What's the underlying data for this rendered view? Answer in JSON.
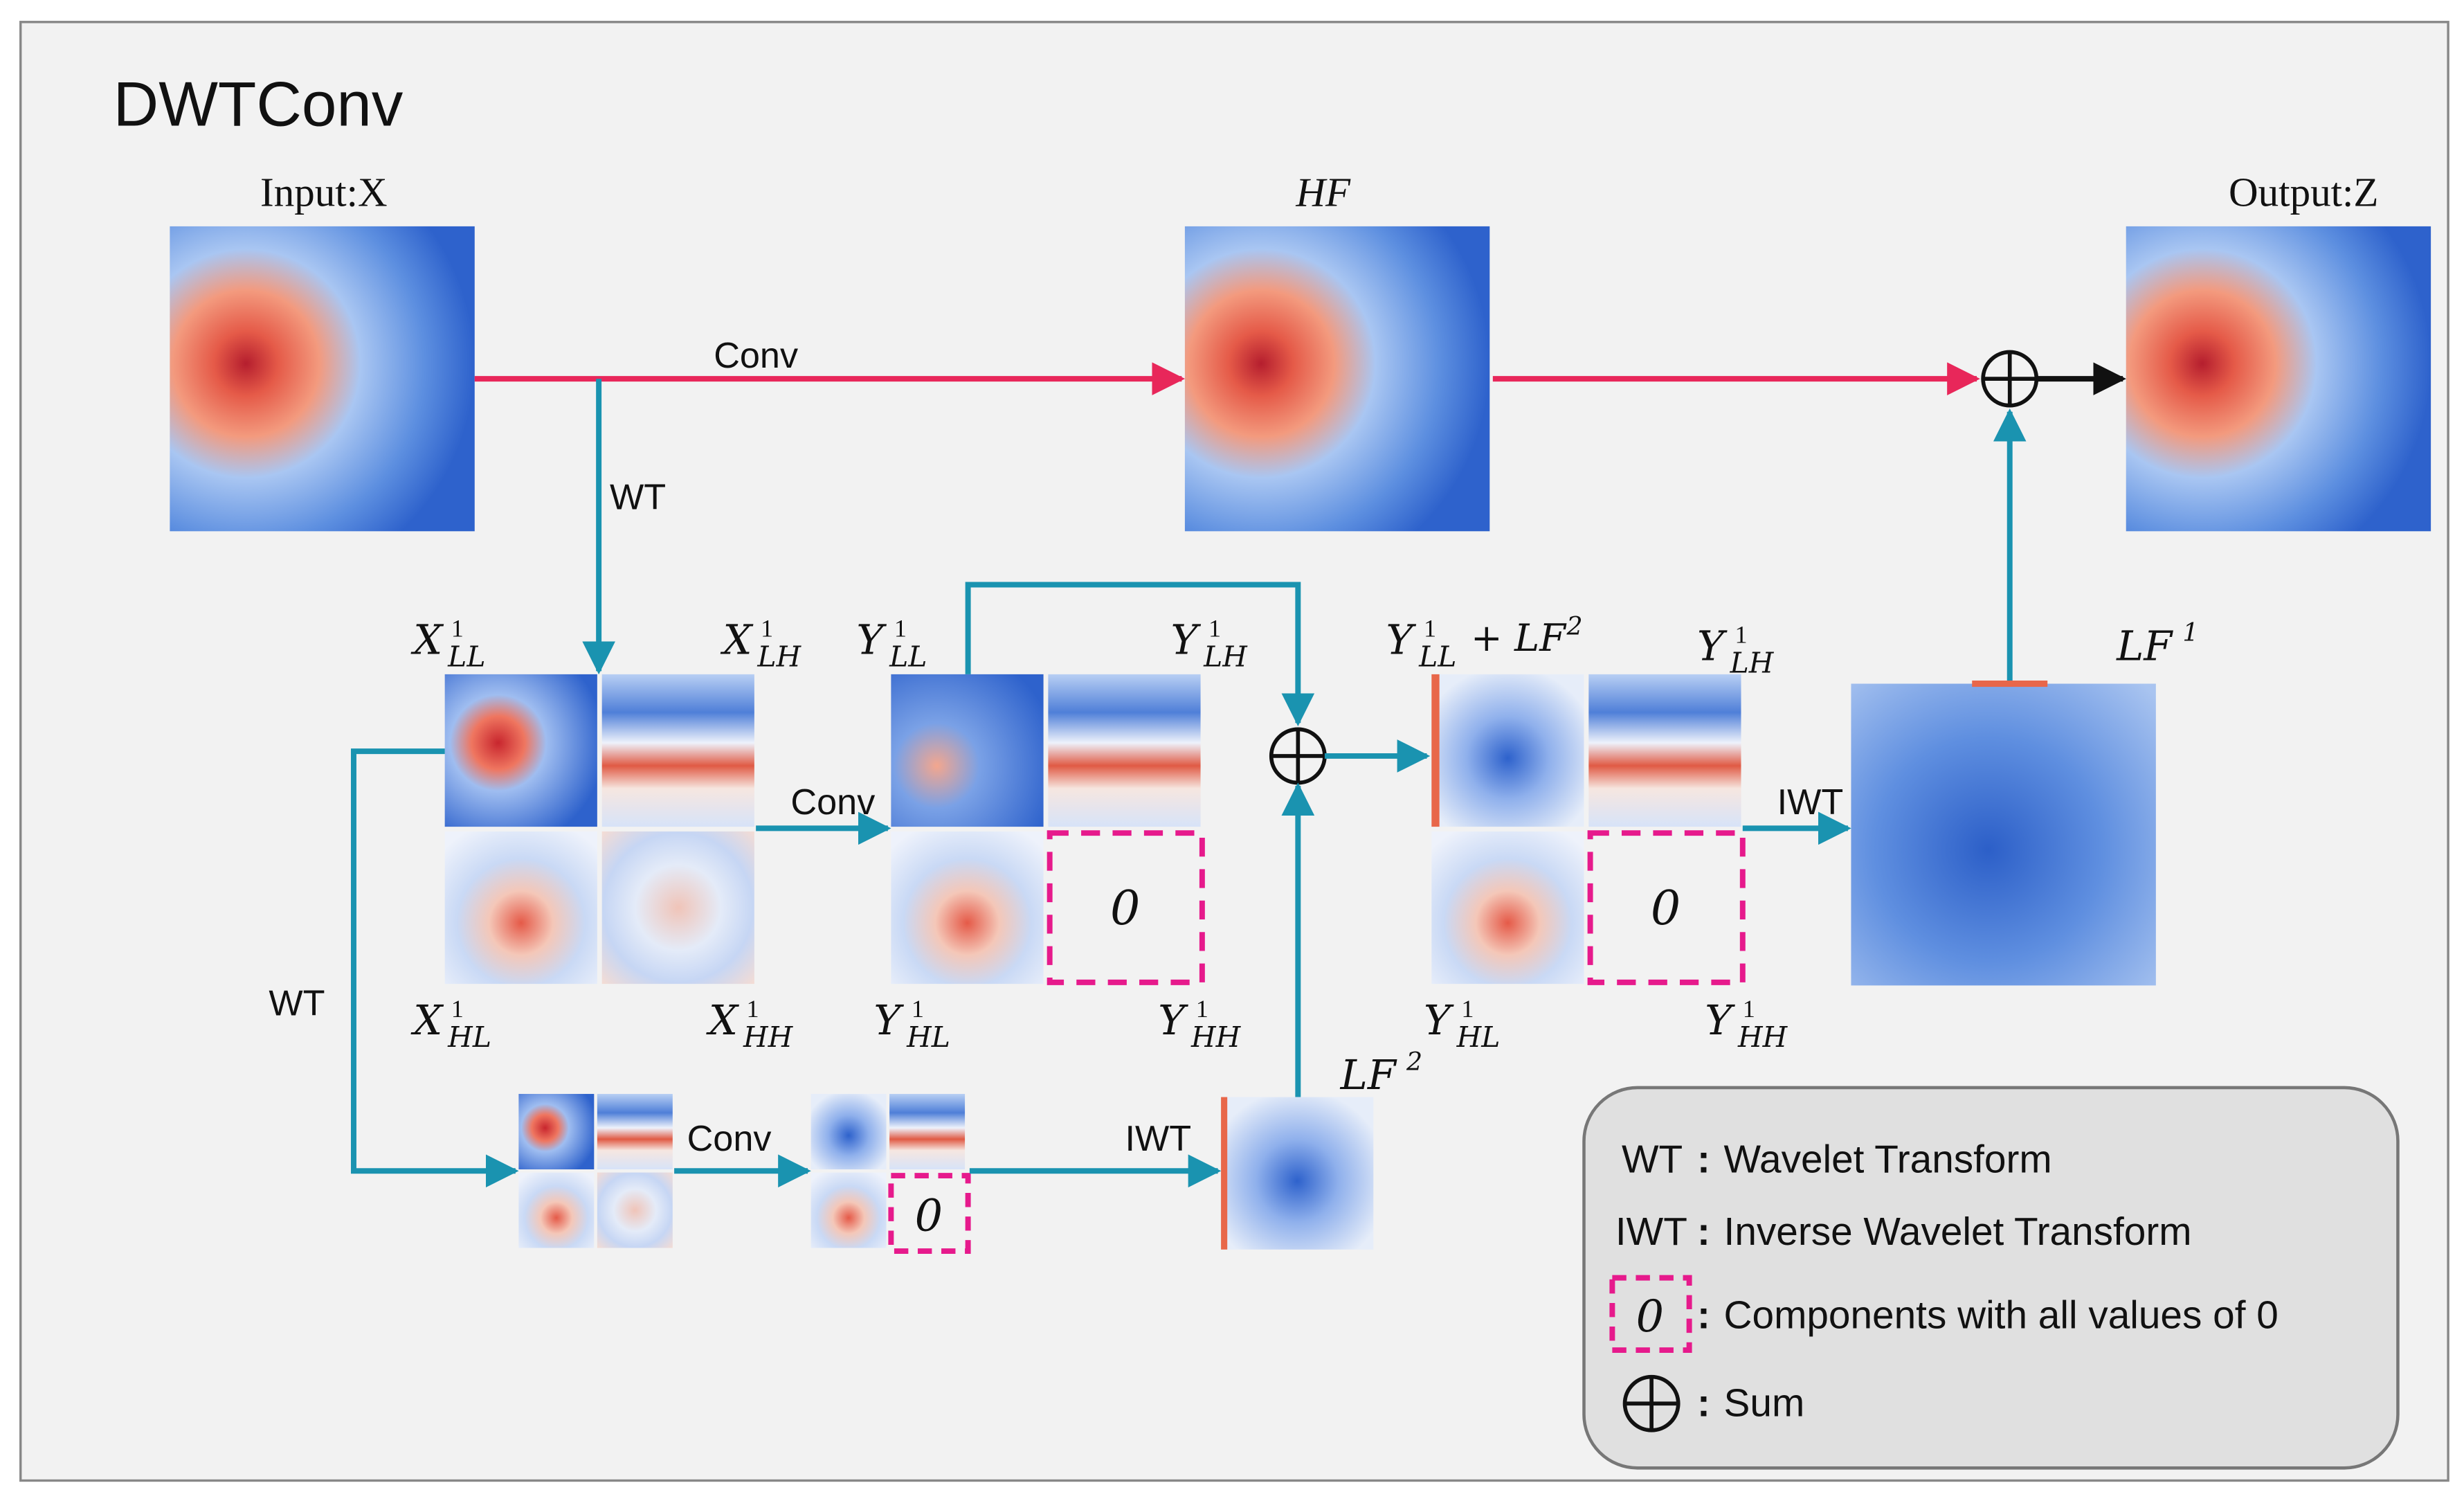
{
  "title": "DWTConv",
  "colors": {
    "frame_bg": "#f2f2f2",
    "frame_border": "#888888",
    "conv_path": "#e8275a",
    "wavelet_path": "#1a93b0",
    "output_arrow": "#111111",
    "zero_box": "#e61a8c",
    "legend_bg": "#e0e0e0"
  },
  "labels": {
    "input": "Input:X",
    "hf": "HF",
    "output": "Output:Z",
    "lf1_base": "LF",
    "lf1_sup": "1",
    "lf2_base": "LF",
    "lf2_sup": "2",
    "plus_lf_base": "+ LF",
    "plus_lf_sup": "2"
  },
  "edges": {
    "conv_top": "Conv",
    "wt_down": "WT",
    "conv_mid": "Conv",
    "wt_left": "WT",
    "conv_low": "Conv",
    "iwt_low": "IWT",
    "iwt_mid": "IWT"
  },
  "level1_input": [
    {
      "base": "X",
      "sup": "1",
      "sub": "LL"
    },
    {
      "base": "X",
      "sup": "1",
      "sub": "LH"
    },
    {
      "base": "X",
      "sup": "1",
      "sub": "HL"
    },
    {
      "base": "X",
      "sup": "1",
      "sub": "HH"
    }
  ],
  "level1_output": [
    {
      "base": "Y",
      "sup": "1",
      "sub": "LL"
    },
    {
      "base": "Y",
      "sup": "1",
      "sub": "LH"
    },
    {
      "base": "Y",
      "sup": "1",
      "sub": "HL"
    },
    {
      "base": "Y",
      "sup": "1",
      "sub": "HH"
    }
  ],
  "level1_sum": [
    {
      "base": "Y",
      "sup": "1",
      "sub": "LL"
    },
    {
      "base": "Y",
      "sup": "1",
      "sub": "LH"
    },
    {
      "base": "Y",
      "sup": "1",
      "sub": "HL"
    },
    {
      "base": "Y",
      "sup": "1",
      "sub": "HH"
    }
  ],
  "zero_symbol": "0",
  "legend": {
    "items": [
      {
        "key": "WT",
        "sep": ":",
        "text": "Wavelet Transform"
      },
      {
        "key": "IWT",
        "sep": ":",
        "text": "Inverse Wavelet Transform"
      },
      {
        "key": "0",
        "sep": ":",
        "text": "Components with all values of 0"
      },
      {
        "key": "sum-symbol",
        "sep": ":",
        "text": "Sum"
      }
    ]
  }
}
